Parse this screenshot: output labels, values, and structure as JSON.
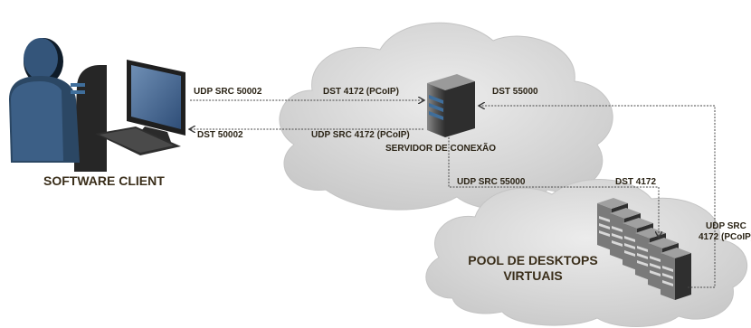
{
  "diagram": {
    "nodes": {
      "client": "SOFTWARE CLIENT",
      "server": "SERVIDOR DE CONEXÃO",
      "pool_line1": "POOL DE DESKTOPS",
      "pool_line2": "VIRTUAIS"
    },
    "edges": {
      "client_out_src": "UDP SRC 50002",
      "client_out_dst": "DST 4172 (PCoIP)",
      "client_in_dst": "DST 50002",
      "client_in_src": "UDP SRC 4172 (PCoIP)",
      "server_to_pool_src": "UDP SRC 55000",
      "server_to_pool_dst": "DST 4172",
      "pool_to_server_dst": "DST 55000",
      "pool_to_server_src_1": "UDP SRC",
      "pool_to_server_src_2": "4172 (PCoIP)"
    },
    "colors": {
      "cloud": "#d9d9d9",
      "cloud_edge": "#c4c4c4",
      "person": "#2f4e6b",
      "server_dark": "#3c3c3c",
      "server_stripe": "#3f6e9b",
      "label_text": "#2b2416"
    }
  }
}
